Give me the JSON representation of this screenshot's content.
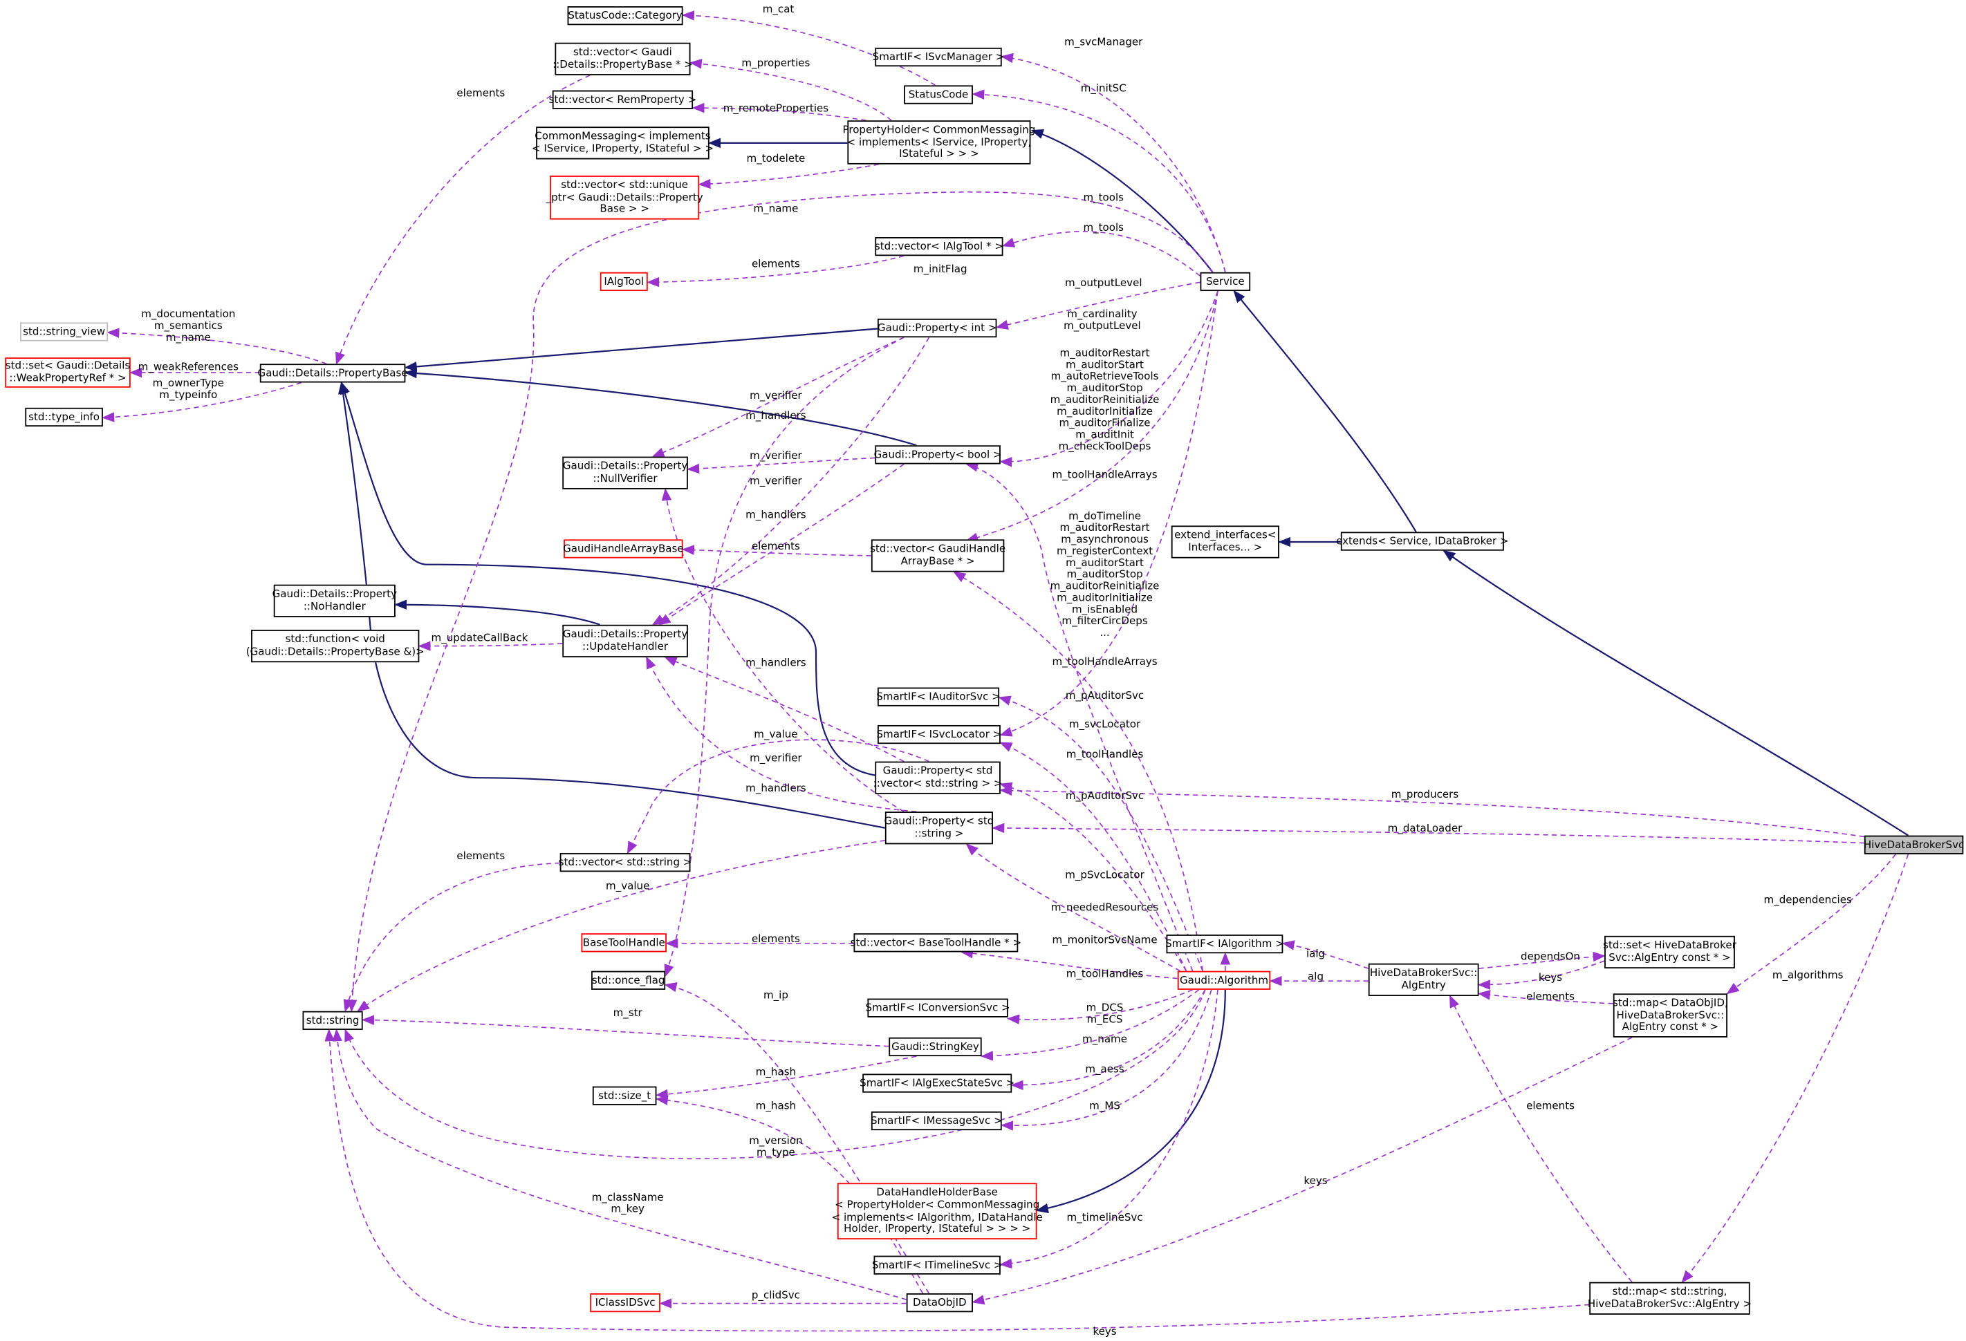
{
  "diagram": {
    "colors": {
      "inheritance": "#191970",
      "usage": "#9a32cd",
      "red_border": "#ff0000",
      "gray_border": "#bfbfbf",
      "selected_fill": "#bfbfbf"
    },
    "nodes": {
      "statuscode_category": "StatusCode::Category",
      "vec_propertybase": "std::vector< Gaudi\n::Details::PropertyBase * >",
      "vec_remproperty": "std::vector< RemProperty >",
      "commonmessaging": "CommonMessaging< implements\n< IService, IProperty, IStateful > >",
      "vec_unique_ptr": "std::vector< std::unique\n_ptr< Gaudi::Details::Property\nBase > >",
      "smartif_isvcmanager": "SmartIF< ISvcManager >",
      "statuscode": "StatusCode",
      "propertyholder": "PropertyHolder< CommonMessaging\n< implements< IService, IProperty,\nIStateful > > >",
      "vec_ialgtool": "std::vector< IAlgTool * >",
      "ialgtool": "IAlgTool",
      "service": "Service",
      "string_view": "std::string_view",
      "set_weakpropertyref": "std::set< Gaudi::Details\n::WeakPropertyRef * >",
      "propertybase": "Gaudi::Details::PropertyBase",
      "type_info": "std::type_info",
      "property_int": "Gaudi::Property< int >",
      "nullverifier": "Gaudi::Details::Property\n::NullVerifier",
      "property_bool": "Gaudi::Property< bool >",
      "gaudihandlearraybase": "GaudiHandleArrayBase",
      "vec_gaudihandlearraybase": "std::vector< GaudiHandle\nArrayBase * >",
      "extend_interfaces": "extend_interfaces<\nInterfaces... >",
      "extends": "extends< Service, IDataBroker >",
      "nohandler": "Gaudi::Details::Property\n::NoHandler",
      "function_void": "std::function< void\n(Gaudi::Details::PropertyBase &)>",
      "updatehandler": "Gaudi::Details::Property\n::UpdateHandler",
      "smartif_iauditorsvc": "SmartIF< IAuditorSvc >",
      "smartif_isvclocator": "SmartIF< ISvcLocator >",
      "property_vec_string": "Gaudi::Property< std\n::vector< std::string > >",
      "property_string": "Gaudi::Property< std\n::string >",
      "vec_string": "std::vector< std::string >",
      "hivedatabrokersvc": "HiveDataBrokerSvc",
      "basetoolhandle": "BaseToolHandle",
      "vec_basetoolhandle": "std::vector< BaseToolHandle * >",
      "smartif_ialgorithm": "SmartIF< IAlgorithm >",
      "once_flag": "std::once_flag",
      "algorithm": "Gaudi::Algorithm",
      "algentry": "HiveDataBrokerSvc::\nAlgEntry",
      "set_algentry": "std::set< HiveDataBroker\nSvc::AlgEntry const * >",
      "std_string": "std::string",
      "smartif_iconversionsvc": "SmartIF< IConversionSvc >",
      "map_dataobjid": "std::map< DataObjID,\nHiveDataBrokerSvc::\nAlgEntry const * >",
      "stringkey": "Gaudi::StringKey",
      "size_t": "std::size_t",
      "smartif_ialgexecstatesvc": "SmartIF< IAlgExecStateSvc >",
      "smartif_imessagesvc": "SmartIF< IMessageSvc >",
      "datahandleholderbase": "DataHandleHolderBase\n< PropertyHolder< CommonMessaging\n< implements< IAlgorithm, IDataHandle\nHolder, IProperty, IStateful > > > >",
      "smartif_itimelinesvc": "SmartIF< ITimelineSvc >",
      "iclassidsvc": "IClassIDSvc",
      "dataobjid": "DataObjID",
      "map_string_algentry": "std::map< std::string,\nHiveDataBrokerSvc::AlgEntry >"
    },
    "edge_labels": {
      "m_cat": "m_cat",
      "elements_1": "elements",
      "m_properties": "m_properties",
      "m_remoteProperties": "m_remoteProperties",
      "m_todelete": "m_todelete",
      "m_svcManager": "m_svcManager",
      "m_initSC": "m_initSC",
      "m_name_1": "m_name",
      "m_tools_1": "m_tools",
      "m_tools_2": "m_tools",
      "elements_2": "elements",
      "m_initFlag": "m_initFlag",
      "m_outputLevel_1": "m_outputLevel",
      "pb_strview": "m_documentation\nm_semantics\nm_name",
      "m_cardinality": "m_cardinality\nm_outputLevel",
      "m_weakReferences": "m_weakReferences",
      "m_ownerType": "m_ownerType\nm_typeinfo",
      "m_verifier_1": "m_verifier",
      "bool_list_1": "m_auditorRestart\nm_auditorStart\nm_autoRetrieveTools\nm_auditorStop\nm_auditorReinitialize\nm_auditorInitialize\nm_auditorFinalize\nm_auditInit\nm_checkToolDeps",
      "m_handlers_1": "m_handlers",
      "m_verifier_2": "m_verifier",
      "m_verifier_3": "m_verifier",
      "m_toolHandleArrays_1": "m_toolHandleArrays",
      "m_handlers_2": "m_handlers",
      "bool_list_2": "m_doTimeline\nm_auditorRestart\nm_asynchronous\nm_registerContext\nm_auditorStart\nm_auditorStop\nm_auditorReinitialize\nm_auditorInitialize\nm_isEnabled\nm_filterCircDeps\n...",
      "elements_3": "elements",
      "m_updateCallBack": "m_updateCallBack",
      "m_toolHandleArrays_2": "m_toolHandleArrays",
      "m_handlers_3": "m_handlers",
      "m_pAuditorSvc_1": "m_pAuditorSvc",
      "m_svcLocator": "m_svcLocator",
      "m_value_1": "m_value",
      "m_verifier_4": "m_verifier",
      "m_toolHandles_1": "m_toolHandles",
      "m_handlers_4": "m_handlers",
      "m_pAuditorSvc_2": "m_pAuditorSvc",
      "m_producers": "m_producers",
      "m_dataLoader": "m_dataLoader",
      "elements_4": "elements",
      "m_value_2": "m_value",
      "m_pSvcLocator": "m_pSvcLocator",
      "m_dependencies": "m_dependencies",
      "m_neededResources": "m_neededResources",
      "elements_5": "elements",
      "m_monitorSvcName": "m_monitorSvcName",
      "ialg": "ialg",
      "dependsOn": "dependsOn",
      "m_algorithms": "m_algorithms",
      "m_toolHandles_2": "m_toolHandles",
      "alg": "alg",
      "keys_1": "keys",
      "m_ip": "m_ip",
      "elements_6": "elements",
      "m_str": "m_str",
      "m_DCS": "m_DCS\nm_ECS",
      "m_name_2": "m_name",
      "m_hash_1": "m_hash",
      "m_aess": "m_aess",
      "m_hash_2": "m_hash",
      "m_MS": "m_MS",
      "elements_7": "elements",
      "m_version": "m_version\nm_type",
      "keys_2": "keys",
      "m_className": "m_className\nm_key",
      "m_timelineSvc": "m_timelineSvc",
      "p_clidSvc": "p_clidSvc",
      "keys_3": "keys"
    }
  }
}
